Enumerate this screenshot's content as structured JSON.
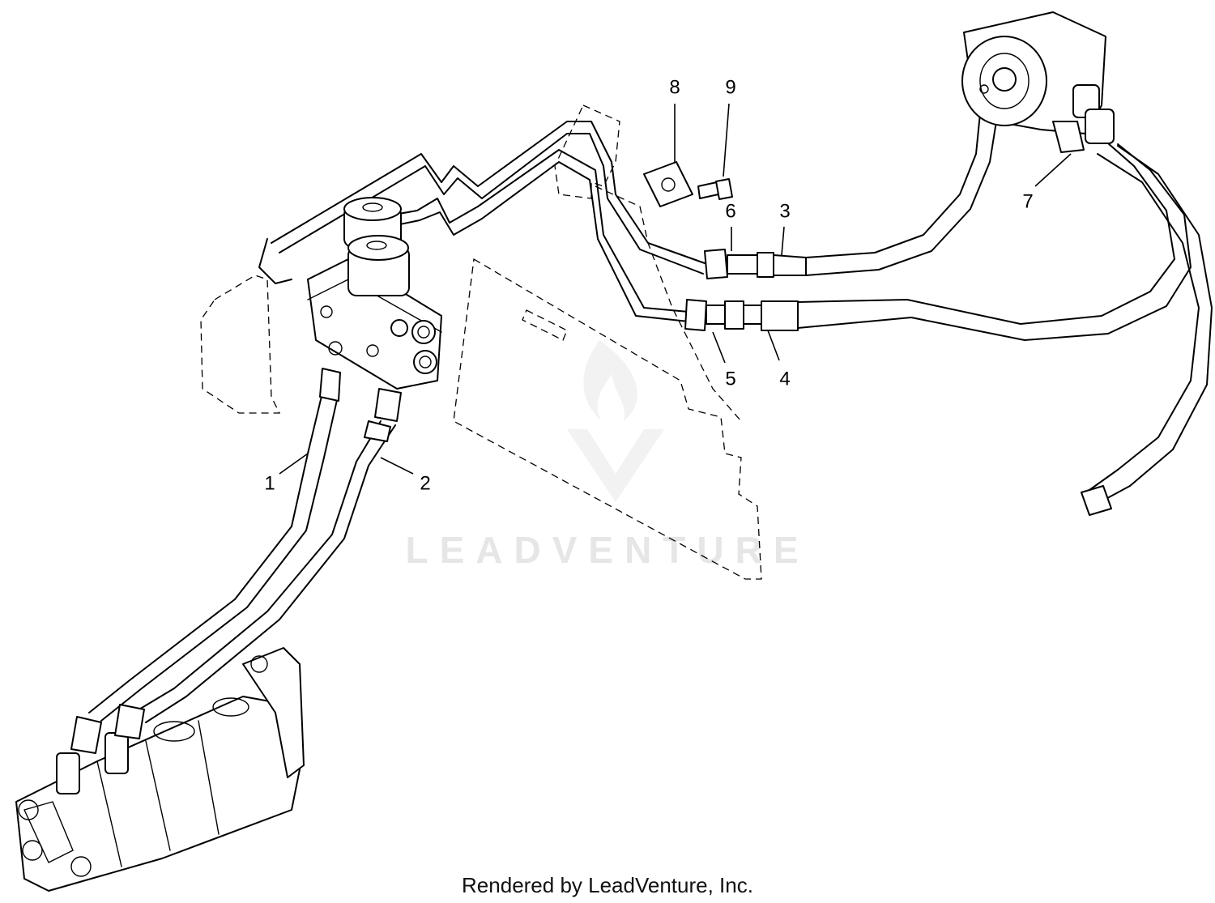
{
  "diagram": {
    "callouts": [
      {
        "label": "1"
      },
      {
        "label": "2"
      },
      {
        "label": "3"
      },
      {
        "label": "4"
      },
      {
        "label": "5"
      },
      {
        "label": "6"
      },
      {
        "label": "7"
      },
      {
        "label": "8"
      },
      {
        "label": "9"
      }
    ],
    "watermark": "LEADVENTURE"
  },
  "footer": {
    "credit": "Rendered by LeadVenture, Inc."
  }
}
